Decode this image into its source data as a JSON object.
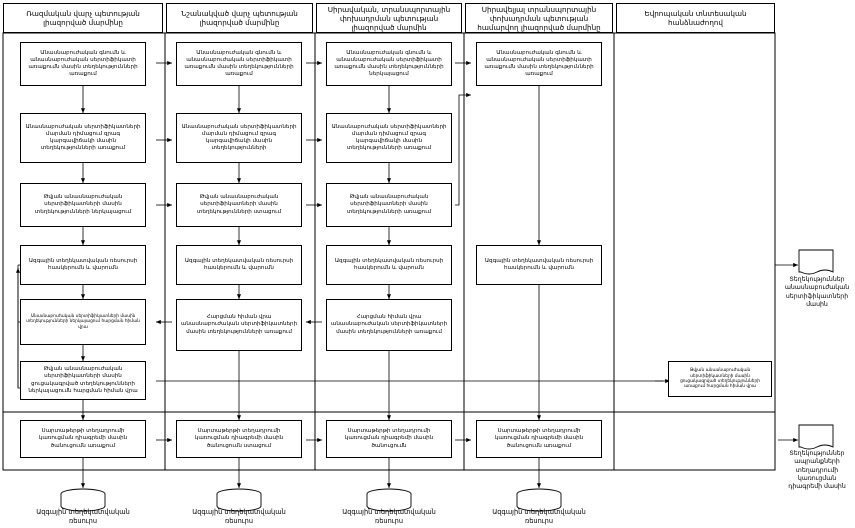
{
  "diagram": {
    "title_columns": [
      "Ռազմական վարչ պետության լիազորված մարմինը",
      "Նշանակված վարչ պետության լիազորված մարմինը",
      "Սիրավական, տրանսպորտային փոխադրման պետության լիազորված մարմին",
      "Սիրավելյալ տրանսպորտային փոխադրման պետության համարվող լիազորված մարմինը",
      "Եվրոպական տնտեսական հանձնաժողով"
    ],
    "columns": [
      {
        "id": "col1",
        "nodes": [
          "Անասնաբուժական գնումն և անասնաբուժական սերտիֆիկատի առաքումն մասին տեղեկությունների առաքում",
          "Անասնաբուժական սերտիֆիկատների մարման դիմացում զրագ կարգավիճակի մասին տեղեկությունների առաքում",
          "Թվյան անասնաբուժական սերտիֆիկատների մասին տեղեկությունների ներկայացում",
          "Ազգային տեղեկատվական ռեսուրսի հասկերումն և վարումն",
          "Անասնաբուժական սերտիֆիկատների մասին տեղեկությունների ներկայացում հարցման հիման վրա",
          "Թվյան անասնաբուժական սերտիֆիկատների մասին ցուցակագրված տեղեկությունների ներկայացումն հարցման հիման վրա",
          "Սարտաթերթի տեղադրումի կառուցման դիագրեմի մասին ծանուցումն առաքում"
        ]
      },
      {
        "id": "col2",
        "nodes": [
          "Անասնաբուժական գնումն և անասնաբուժական սերտիֆիկատի առաքումն մասին տեղեկությունների առաքում",
          "Անասնաբուժական սերտիֆիկատների մարման դիմացում զրագ կարգավիճակի մասին տեղեկությունների",
          "Թվյան անասնաբուժական սերտիֆիկատների մասին տեղեկությունների ստացում",
          "Ազգային տեղեկատվական ռեսուրսի հասկերումն և վարումն",
          "Հարցման հիման վրա անասնաբուժական սերտիֆիկատների մասին տեղեկությունների առաքում",
          "Սարտաթերթի տեղադրումի կառուցման դիագրեմի մասին ծանուցումն ստացում"
        ]
      },
      {
        "id": "col3",
        "nodes": [
          "Անասնաբուժական գնումն և անասնաբուժական սերտիֆիկատի առաքումն մասին տեղեկությունների ներկայացում",
          "Անասնաբուժական սերտիֆիկատների մարման դիմացում զրագ կարգավիճակի մասին տեղեկությունների առաքում",
          "Թվյան անասնաբուժական սերտիֆիկատների մասին տեղեկությունների առաքում",
          "Ազգային տեղեկատվական ռեսուրսի հասկերումն և վարումն",
          "Հարցման հիման վրա անասնաբուժական սերտիֆիկատների մասին տեղեկությունների առաքում",
          "Սարտաթերթի տեղադրումի կառուցման դիագրեմի մասին ծանուցումն"
        ]
      },
      {
        "id": "col4",
        "nodes": [
          "Անասնաբուժական գնումն և անասնաբուժական սերտիֆիկատի առաքումն մասին տեղեկությունների առաքում",
          "Ազգային տեղեկատվական ռեսուրսի հասկերումն և վարումն",
          "Սարտաթերթի տեղադրումի կառուցման դիագրեմի մասին ծանուցումն առաքում"
        ]
      },
      {
        "id": "col5",
        "nodes": [
          "Թվյան անասնաբուժական սերտիֆիկատների մասին ցուցակագրված տեղեկությունների առաքում հարցման հիման վրա"
        ]
      }
    ],
    "databases": [
      "Ազգային տեղեկատվական ռեսուրս",
      "Ազգային տեղեկատվական ռեսուրս",
      "Ազգային տեղեկատվական ռեսուրս",
      "Ազգային տեղեկատվական ռեսուրս"
    ],
    "documents": [
      "Տեղեկություններ անասնաբուժական սերտիֆիկատների մասին",
      "Տեղեկություններ ապրանքների տեղադրումի կառուցման դիագրեմի մասին"
    ]
  }
}
